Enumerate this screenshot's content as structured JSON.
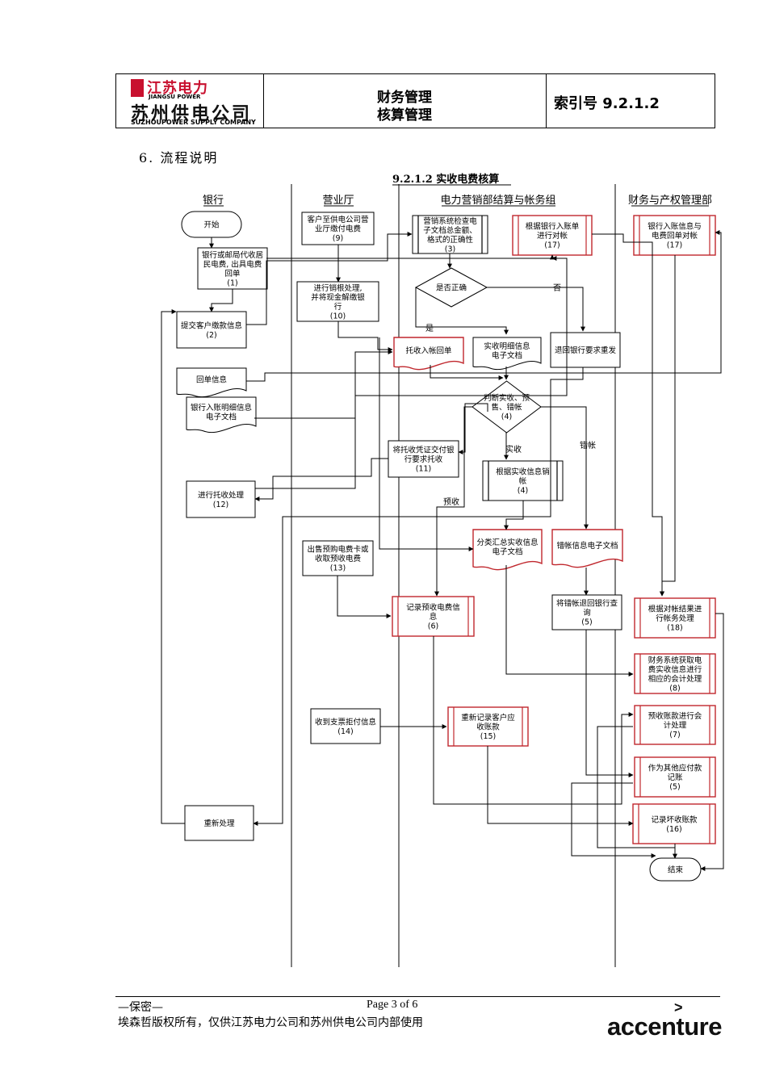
{
  "header": {
    "logo_cn": "江苏电力",
    "logo_en": "JIANGSU POWER",
    "company_cn": "苏州供电公司",
    "company_en": "SUZHOUPOWER SUPPLY COMPANY",
    "title_line1": "财务管理",
    "title_line2": "核算管理",
    "index_label": "索引号 9.2.1.2"
  },
  "section_heading": "6. 流程说明",
  "diagram": {
    "title": "9.2.1.2 实收电费核算",
    "lanes": [
      "银行",
      "营业厅",
      "电力营销部结算与帐务组",
      "财务与产权管理部"
    ],
    "nodes": {
      "start": [
        "开始"
      ],
      "n1": [
        "银行或邮局代收居",
        "民电费, 出具电费",
        "回单",
        "(1)"
      ],
      "n2": [
        "提交客户缴款信息",
        "(2)"
      ],
      "doc_receipt": [
        "回单信息"
      ],
      "doc_bankdetail": [
        "银行入账明细信息",
        "电子文档"
      ],
      "n12": [
        "进行托收处理",
        "(12)"
      ],
      "n_reprocess": [
        "重新处理"
      ],
      "n9": [
        "客户至供电公司营",
        "业厅缴付电费",
        "(9)"
      ],
      "n10": [
        "进行销根处理,",
        "并将现金解缴银",
        "行",
        "(10)"
      ],
      "n11": [
        "将托收凭证交付银",
        "行要求托收",
        "(11)"
      ],
      "n13": [
        "出售预购电费卡或",
        "收取预收电费",
        "(13)"
      ],
      "n14": [
        "收到支票拒付信息",
        "(14)"
      ],
      "n3": [
        "营销系统检查电",
        "子文档总金额、",
        "格式的正确性",
        "(3)"
      ],
      "d_correct": [
        "是否正确"
      ],
      "n17a": [
        "根据银行入账单",
        "进行对帐",
        "(17)"
      ],
      "doc_collect": [
        "托收入帐回单"
      ],
      "doc_detail": [
        "实收明细信息",
        "电子文档"
      ],
      "n_resend": [
        "退回银行要求重发"
      ],
      "d_judge": [
        "判断实收、预",
        "售、错帐",
        "(4)"
      ],
      "n4": [
        "根据实收信息销",
        "帐",
        "(4)"
      ],
      "doc_classify": [
        "分类汇总实收信息",
        "电子文档"
      ],
      "doc_error": [
        "错帐信息电子文档"
      ],
      "n6": [
        "记录预收电费信",
        "息",
        "(6)"
      ],
      "n5a": [
        "将错帐退回银行查",
        "询",
        "(5)"
      ],
      "n15": [
        "重新记录客户应",
        "收账款",
        "(15)"
      ],
      "n17b": [
        "银行入账信息与",
        "电费回单对帐",
        "(17)"
      ],
      "n18": [
        "根据对帐结果进",
        "行帐务处理",
        "(18)"
      ],
      "n8": [
        "财务系统获取电",
        "费实收信息进行",
        "相应的会计处理",
        "(8)"
      ],
      "n7": [
        "预收账款进行会",
        "计处理",
        "(7)"
      ],
      "n5b": [
        "作为其他应付款",
        "记账",
        "(5)"
      ],
      "n16": [
        "记录坏收账款",
        "(16)"
      ],
      "end": [
        "结束"
      ]
    },
    "edge_labels": {
      "yes": "是",
      "no": "否",
      "actual": "实收",
      "prepay": "预收",
      "error": "错帐"
    }
  },
  "footer": {
    "confidential": "—保密—",
    "page": "Page 3 of 6",
    "copyright": "埃森哲版权所有，仅供江苏电力公司和苏州供电公司内部使用",
    "brand": "accenture",
    "brand_mark": ">"
  },
  "colors": {
    "process_border": "#000000",
    "finance_border": "#c0272d",
    "logo_red": "#c8102e"
  }
}
